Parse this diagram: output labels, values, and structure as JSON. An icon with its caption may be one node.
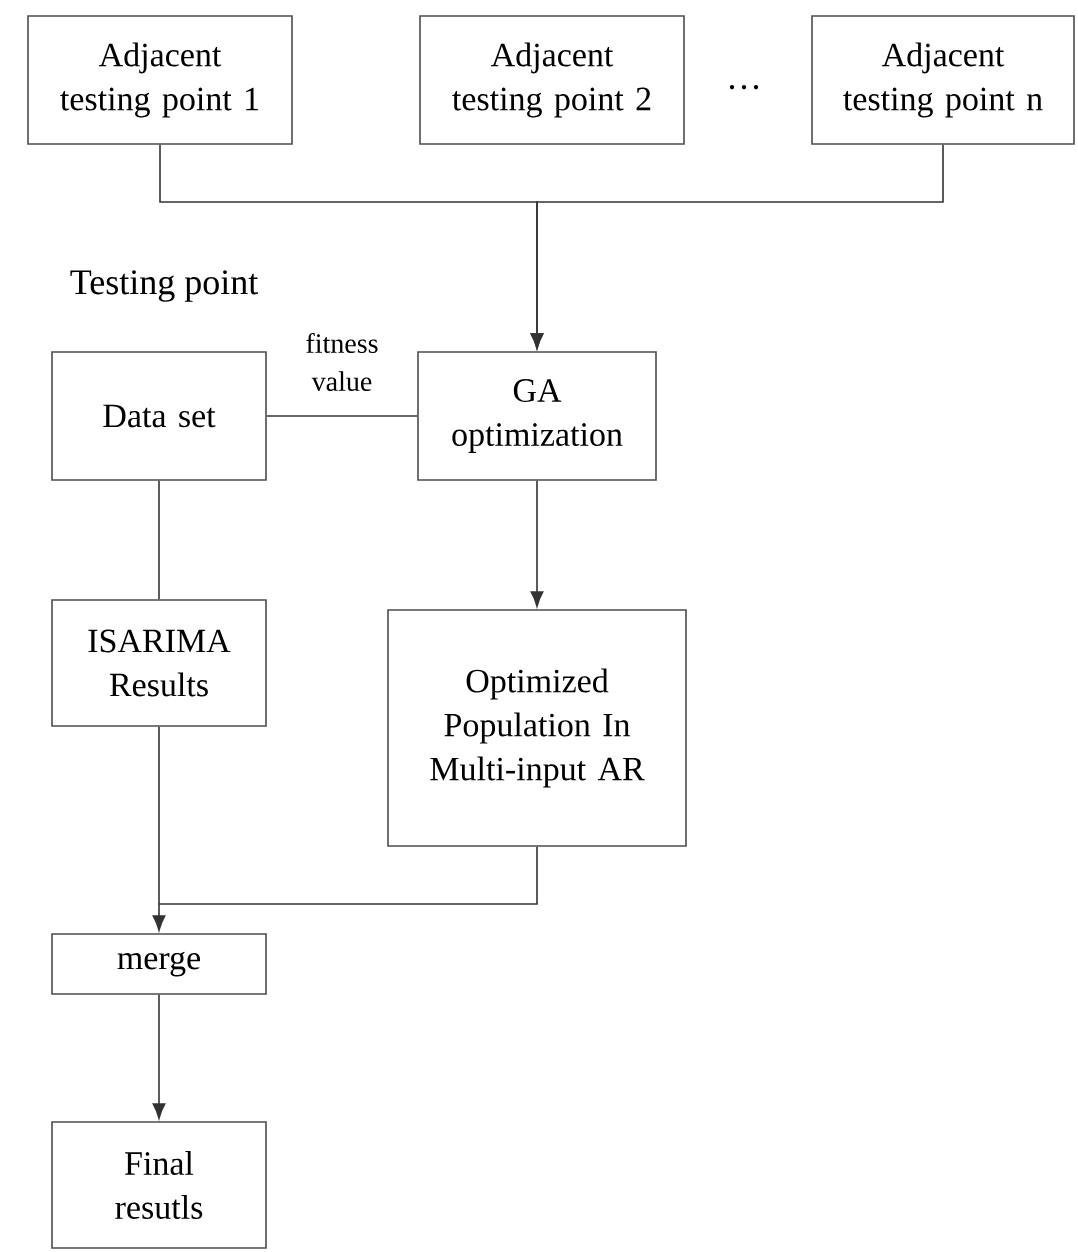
{
  "diagram": {
    "nodes": [
      {
        "text": [
          "Adjacent testing point 1"
        ]
      },
      {
        "text": [
          "Adjacent testing point 2"
        ]
      },
      {
        "text": [
          "Adjacent testing point n"
        ]
      },
      {
        "text": [
          "Data set"
        ]
      },
      {
        "text": [
          "GA optimization"
        ]
      },
      {
        "text": [
          "ISARIMA Results"
        ]
      },
      {
        "text": [
          "Optimized Population In Multi-input AR"
        ]
      },
      {
        "text": [
          "merge"
        ]
      },
      {
        "text": [
          "Final resutls"
        ]
      }
    ],
    "edges": [
      {
        "from": 0,
        "to": 4,
        "arrow": "to"
      },
      {
        "from": 2,
        "to": 4,
        "arrow": "to"
      },
      {
        "from": 3,
        "to": 4,
        "arrow": "none",
        "label": "fitness value"
      },
      {
        "from": 3,
        "to": 5,
        "arrow": "none"
      },
      {
        "from": 4,
        "to": 6,
        "arrow": "to"
      },
      {
        "from": 5,
        "to": 7,
        "arrow": "to"
      },
      {
        "from": 6,
        "to": 7,
        "arrow": "to"
      },
      {
        "from": 7,
        "to": 8,
        "arrow": "to"
      }
    ],
    "labels": [
      "···",
      "Testing point"
    ]
  }
}
